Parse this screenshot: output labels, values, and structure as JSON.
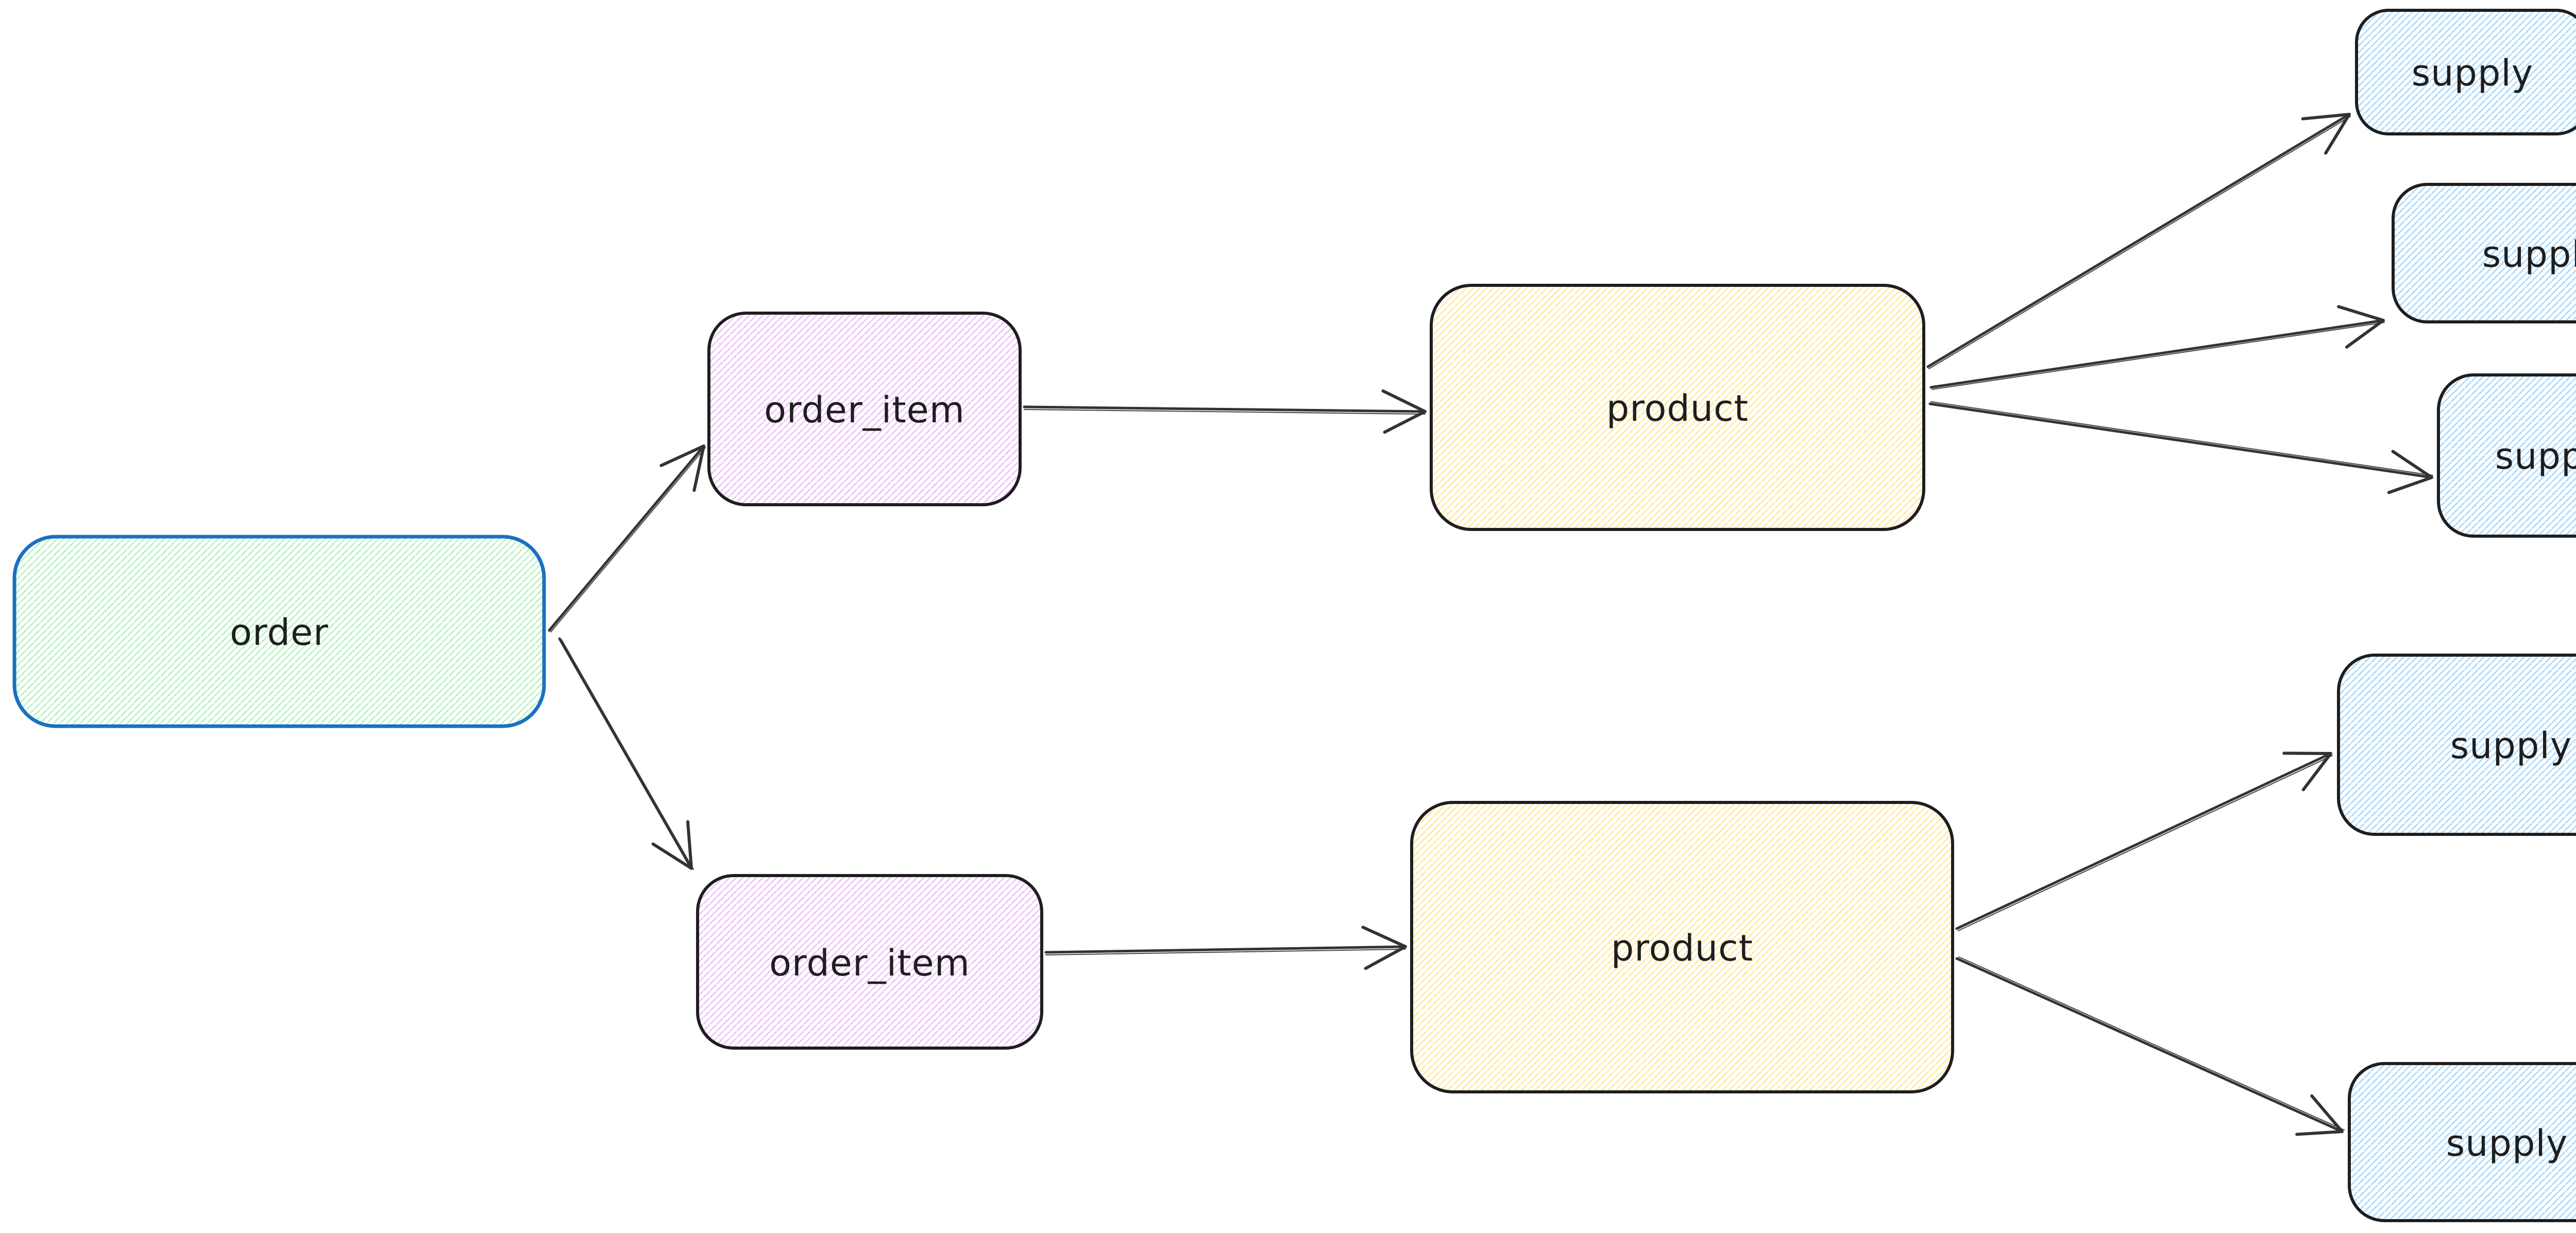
{
  "app": {
    "type": "hand-drawn-flow-diagram",
    "background": "#ffffff"
  },
  "palette": {
    "background": "#ffffff",
    "text": "#1e1e1e",
    "border_dark": "#1e1e1e",
    "border_blue": "#1971c2",
    "arrow": "#333333",
    "hatch_green": "#b2f2bb",
    "hatch_violet": "#eebefa",
    "hatch_yellow": "#ffe999",
    "hatch_blue": "#a5d8ff"
  },
  "nodes": [
    {
      "id": "order",
      "label": "order",
      "fill_style": "hachure",
      "hatch_color": "#b2f2bb",
      "border_color": "#1971c2"
    },
    {
      "id": "order_item_top",
      "label": "order_item",
      "fill_style": "hachure",
      "hatch_color": "#eebefa",
      "border_color": "#1e1e1e"
    },
    {
      "id": "order_item_bottom",
      "label": "order_item",
      "fill_style": "hachure",
      "hatch_color": "#eebefa",
      "border_color": "#1e1e1e"
    },
    {
      "id": "product_top",
      "label": "product",
      "fill_style": "hachure",
      "hatch_color": "#ffe999",
      "border_color": "#1e1e1e"
    },
    {
      "id": "product_bottom",
      "label": "product",
      "fill_style": "hachure",
      "hatch_color": "#ffe999",
      "border_color": "#1e1e1e"
    },
    {
      "id": "supply_1",
      "label": "supply",
      "fill_style": "hachure",
      "hatch_color": "#a5d8ff",
      "border_color": "#1e1e1e"
    },
    {
      "id": "supply_2",
      "label": "supply",
      "fill_style": "hachure",
      "hatch_color": "#a5d8ff",
      "border_color": "#1e1e1e"
    },
    {
      "id": "supply_3",
      "label": "supply",
      "fill_style": "hachure",
      "hatch_color": "#a5d8ff",
      "border_color": "#1e1e1e"
    },
    {
      "id": "supply_4",
      "label": "supply",
      "fill_style": "hachure",
      "hatch_color": "#a5d8ff",
      "border_color": "#1e1e1e"
    },
    {
      "id": "supply_5",
      "label": "supply",
      "fill_style": "hachure",
      "hatch_color": "#a5d8ff",
      "border_color": "#1e1e1e"
    }
  ],
  "edges": [
    {
      "from": "order",
      "to": "order_item_top",
      "style": "open-arrow"
    },
    {
      "from": "order",
      "to": "order_item_bottom",
      "style": "open-arrow"
    },
    {
      "from": "order_item_top",
      "to": "product_top",
      "style": "open-arrow"
    },
    {
      "from": "order_item_bottom",
      "to": "product_bottom",
      "style": "open-arrow"
    },
    {
      "from": "product_top",
      "to": "supply_1",
      "style": "open-arrow"
    },
    {
      "from": "product_top",
      "to": "supply_2",
      "style": "open-arrow"
    },
    {
      "from": "product_top",
      "to": "supply_3",
      "style": "open-arrow"
    },
    {
      "from": "product_bottom",
      "to": "supply_4",
      "style": "open-arrow"
    },
    {
      "from": "product_bottom",
      "to": "supply_5",
      "style": "open-arrow"
    }
  ]
}
